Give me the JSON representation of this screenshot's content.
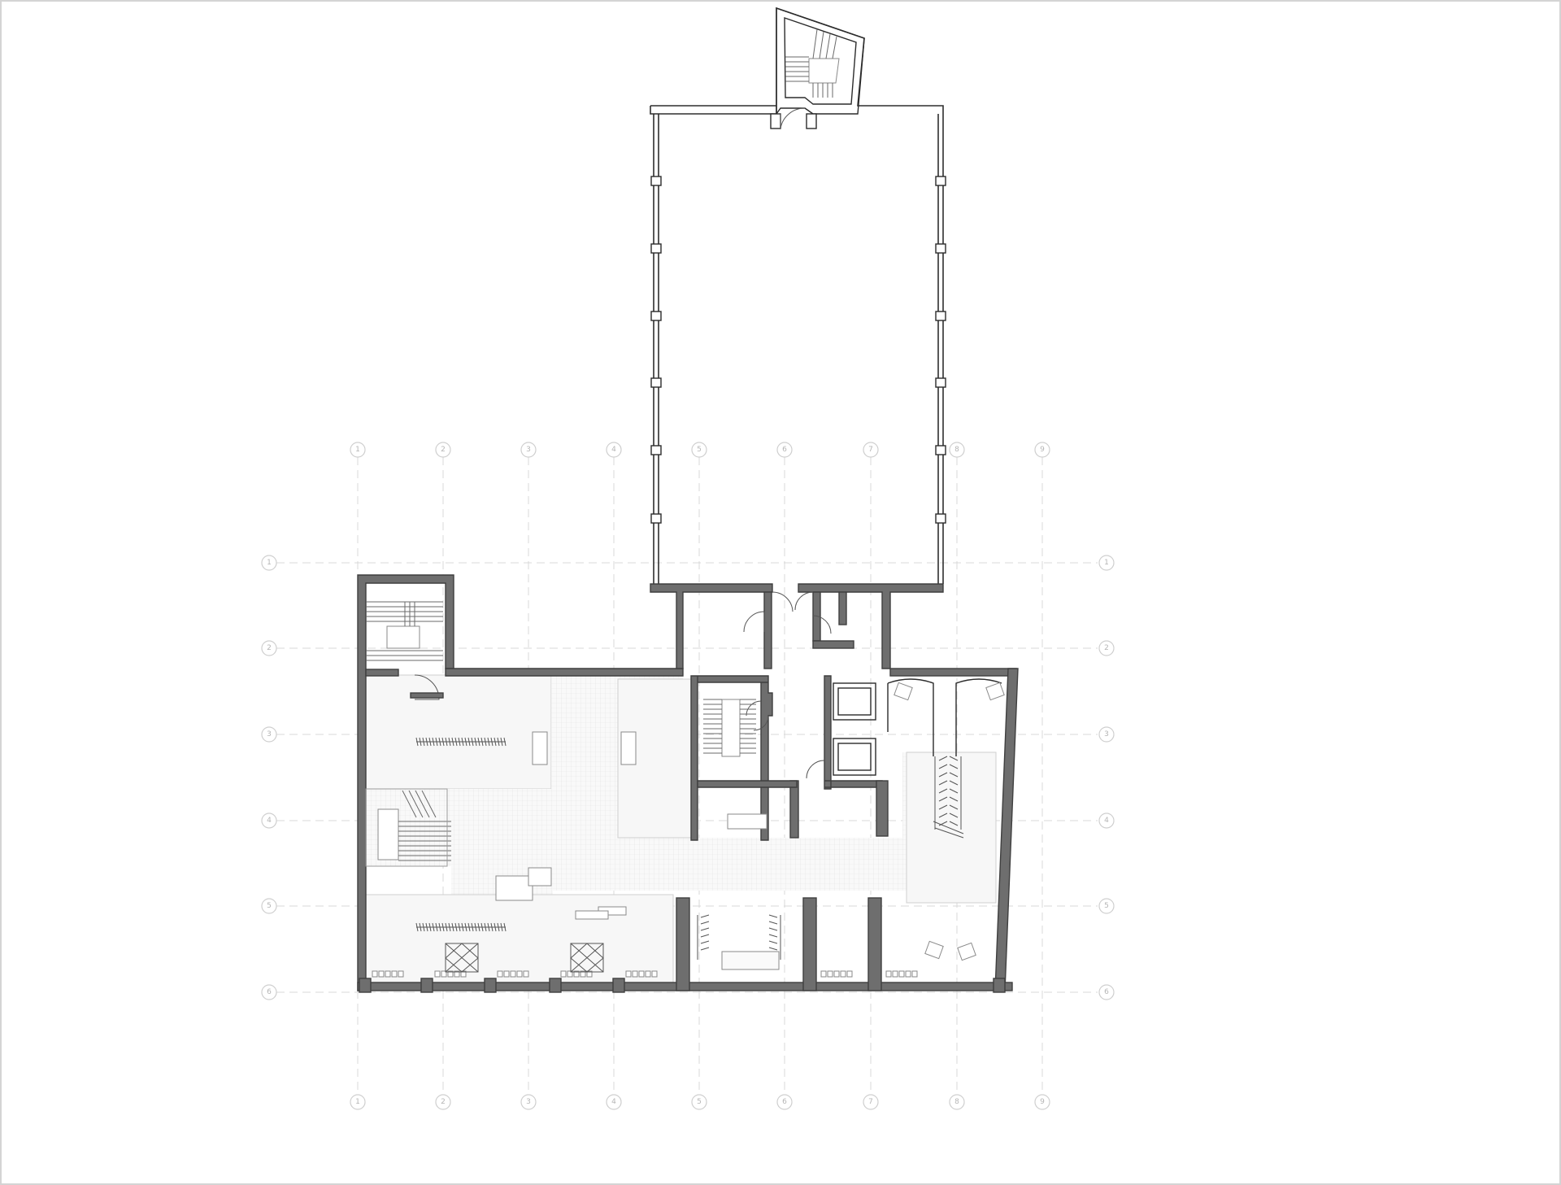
{
  "drawing": {
    "title": "",
    "type": "architectural floor plan"
  },
  "grid_axes": {
    "vertical_labels": [
      "1",
      "2",
      "3",
      "4",
      "5",
      "6",
      "7",
      "8",
      "9"
    ],
    "horizontal_labels": [
      "1",
      "2",
      "3",
      "4",
      "5",
      "6"
    ]
  },
  "colors": {
    "wall_fill": "#6e6e6e",
    "line": "#2b2b2b",
    "grid": "#d9d9d9",
    "background": "#ffffff"
  }
}
